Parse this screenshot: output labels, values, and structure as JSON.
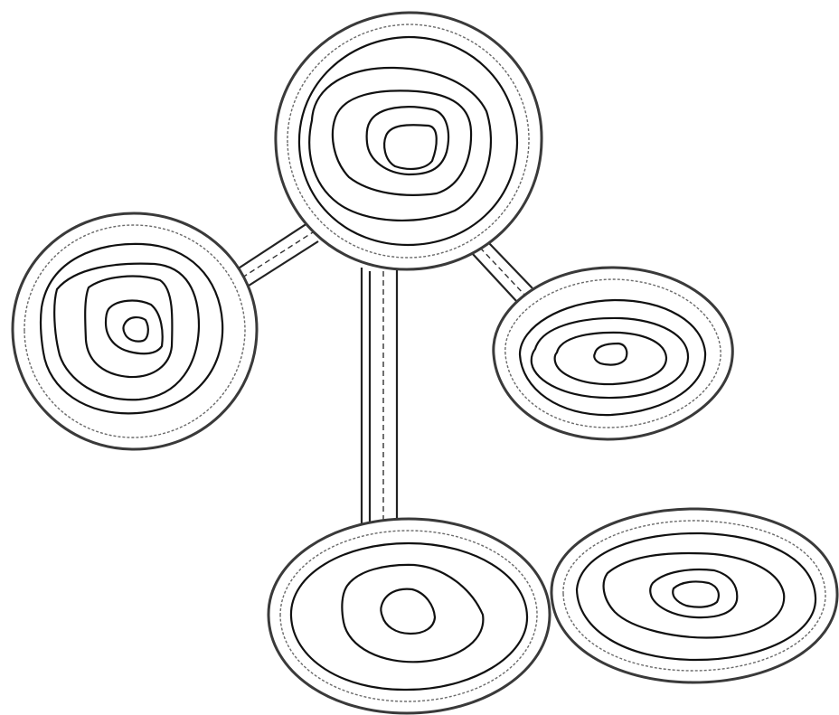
{
  "diagram": {
    "islands": [
      {
        "id": "island-top",
        "contour_levels": 4
      },
      {
        "id": "island-left",
        "contour_levels": 4
      },
      {
        "id": "island-right",
        "contour_levels": 3
      },
      {
        "id": "island-bottom-center",
        "contour_levels": 2
      },
      {
        "id": "island-bottom-right",
        "contour_levels": 3
      }
    ],
    "bridges": [
      {
        "id": "bridge-top-left",
        "from": "island-top",
        "to": "island-left"
      },
      {
        "id": "bridge-top-right",
        "from": "island-top",
        "to": "island-right"
      },
      {
        "id": "bridge-top-bottom",
        "from": "island-top",
        "to": "island-bottom-center"
      }
    ],
    "colors": {
      "background": "#ffffff",
      "line": "#111111",
      "outline": "#3a3a3a"
    }
  }
}
